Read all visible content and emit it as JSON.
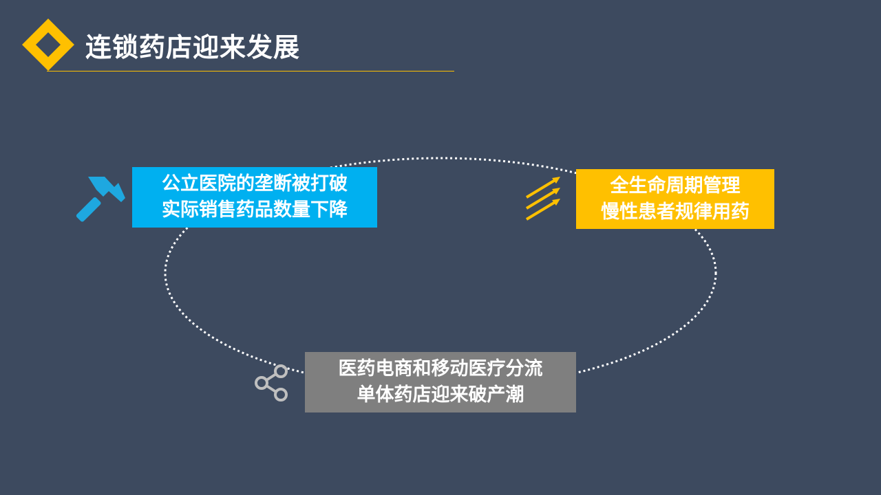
{
  "slide": {
    "title": "连锁药店迎来发展",
    "items": [
      {
        "line1": "公立医院的垄断被打破",
        "line2": "实际销售药品数量下降",
        "color": "#00b0f0",
        "icon": "hammer-icon"
      },
      {
        "line1": "全生命周期管理",
        "line2": "慢性患者规律用药",
        "color": "#ffc000",
        "icon": "arrows-icon"
      },
      {
        "line1": "医药电商和移动医疗分流",
        "line2": "单体药店迎来破产潮",
        "color": "#7f7f7f",
        "icon": "share-icon"
      }
    ]
  }
}
